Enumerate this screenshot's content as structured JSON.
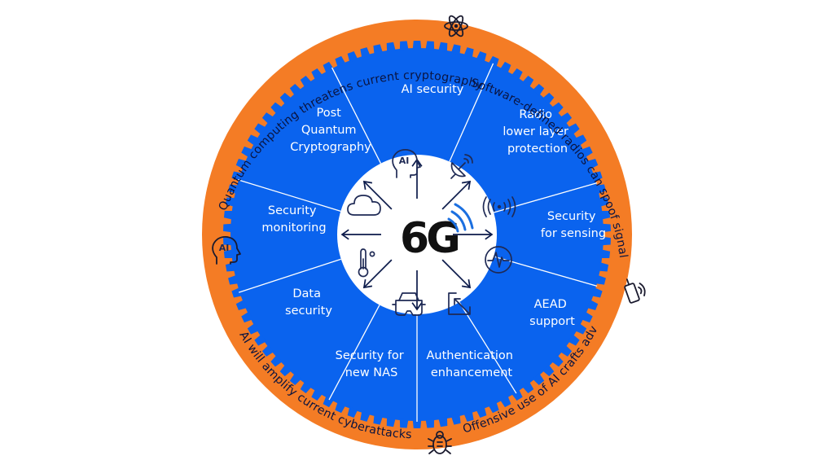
{
  "center": {
    "logo_text": "6G"
  },
  "segments": [
    "AI security",
    "Radio lower layer protection",
    "Security for sensing",
    "AEAD support",
    "Authentication enhancement",
    "Security for new NAS",
    "Data security",
    "Security monitoring",
    "Post Quantum Cryptography"
  ],
  "ring_threats": [
    "Quantum computing threatens current cryptography",
    "Software-defined radios can spoof signals and jam",
    "AI will amplify current cyberattacks",
    "Offensive use of AI crafts adversarial inputs"
  ],
  "icons": {
    "ring": [
      "atom-icon",
      "sdr-radio-icon",
      "bug-icon",
      "ai-head-icon"
    ],
    "inner": [
      "ai-head-icon",
      "satellite-dish-icon",
      "wireless-signal-icon",
      "waveform-sensor-icon",
      "expand-arrow-icon",
      "vr-headset-icon",
      "thermometer-icon",
      "cloud-icon"
    ]
  },
  "colors": {
    "orange": "#f47c25",
    "blue": "#0a63ee",
    "navy": "#0b1a4a",
    "white": "#ffffff"
  }
}
